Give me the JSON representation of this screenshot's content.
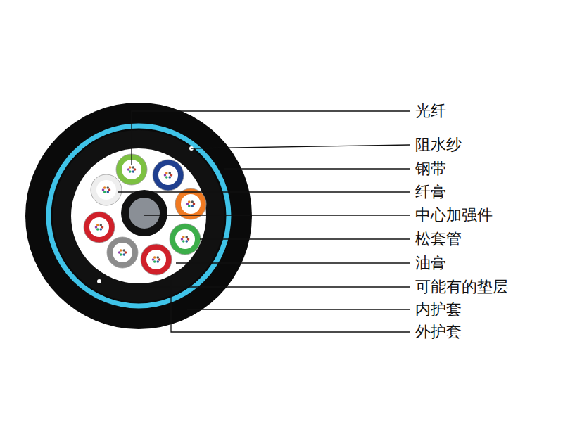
{
  "diagram": {
    "labels": [
      "光纤",
      "阻水纱",
      "钢带",
      "纤膏",
      "中心加强件",
      "松套管",
      "油膏",
      "可能有的垫层",
      "内护套",
      "外护套"
    ]
  }
}
